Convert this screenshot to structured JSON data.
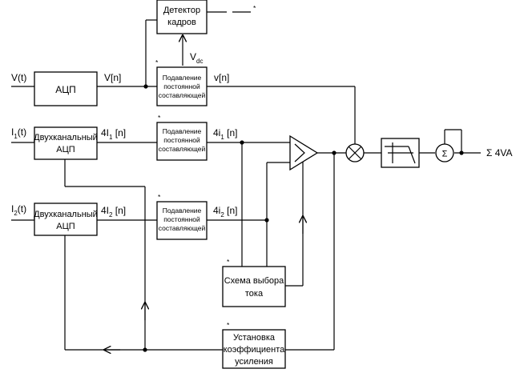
{
  "signals": {
    "v_in": "V(t)",
    "i1_in": "I",
    "i1_sub": "1",
    "i1_suffix": "(t)",
    "i2_in": "I",
    "i2_sub": "2",
    "i2_suffix": "(t)",
    "v_n": "V[n]",
    "v_n_out": "v[n]",
    "i1_n_pre": "4I",
    "i1_n_sub": "1",
    "i1_n_post": " [n]",
    "i1_n_out_pre": "4i",
    "i1_n_out_sub": "1",
    "i1_n_out_post": " [n]",
    "i2_n_pre": "4I",
    "i2_n_sub": "2",
    "i2_n_post": " [n]",
    "i2_n_out_pre": "4i",
    "i2_n_out_sub": "2",
    "i2_n_out_post": " [n]",
    "vdc_main": "V",
    "vdc_sub": "dc",
    "output": "Σ 4VA"
  },
  "blocks": {
    "adc": "АЦП",
    "dual_adc_1_line1": "Двухканальный",
    "dual_adc_1_line2": "АЦП",
    "dual_adc_2_line1": "Двухканальный",
    "dual_adc_2_line2": "АЦП",
    "dc_removal_line1": "Подавление",
    "dc_removal_line2": "постоянной",
    "dc_removal_line3": "составляющей",
    "frame_detector_line1": "Детектор",
    "frame_detector_line2": "кадров",
    "current_select_line1": "Схема выбора",
    "current_select_line2": "тока",
    "gain_line1": "Установка",
    "gain_line2": "коэффициента",
    "gain_line3": "усиления",
    "sigma": "Σ",
    "star": "*"
  }
}
